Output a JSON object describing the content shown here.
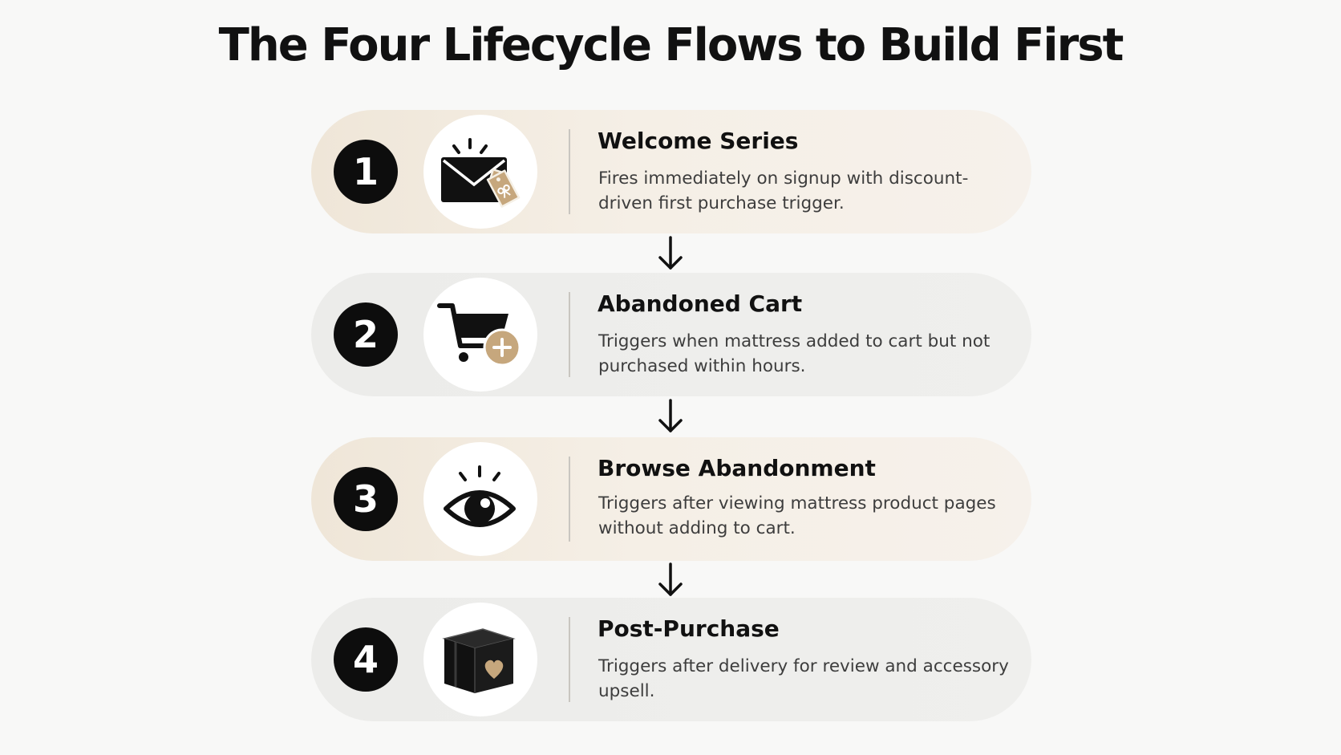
{
  "title": "The Four Lifecycle Flows to Build First",
  "flows": [
    {
      "number": "1",
      "title": "Welcome Series",
      "desc": "Fires immediately on signup with discount-driven first purchase trigger.",
      "icon": "envelope-gift-tag-icon"
    },
    {
      "number": "2",
      "title": "Abandoned Cart",
      "desc": "Triggers when mattress added to cart but not purchased within hours.",
      "icon": "shopping-cart-plus-icon"
    },
    {
      "number": "3",
      "title": "Browse Abandonment",
      "desc": "Triggers after viewing mattress product pages without adding to cart.",
      "icon": "eye-icon"
    },
    {
      "number": "4",
      "title": "Post-Purchase",
      "desc": "Triggers after delivery for review and accessory upsell.",
      "icon": "box-heart-icon"
    }
  ],
  "colors": {
    "accent": "#c6a77d",
    "dark": "#0d0d0d",
    "beige_card": "#f3ece2",
    "grey_card": "#eeeeec"
  }
}
